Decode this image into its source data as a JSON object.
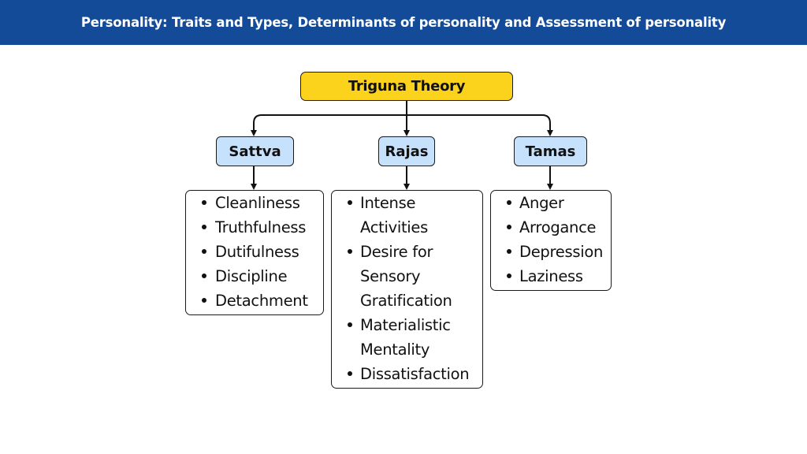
{
  "header": {
    "title": "Personality: Traits and Types, Determinants of personality and Assessment of personality"
  },
  "diagram": {
    "root": "Triguna Theory",
    "gunas": [
      {
        "label": "Sattva",
        "traits": [
          "Cleanliness",
          "Truthfulness",
          "Dutifulness",
          "Discipline",
          "Detachment"
        ]
      },
      {
        "label": "Rajas",
        "traits": [
          "Intense Activities",
          "Desire for Sensory Gratification",
          "Materialistic Mentality",
          "Dissatisfaction"
        ]
      },
      {
        "label": "Tamas",
        "traits": [
          "Anger",
          "Arrogance",
          "Depression",
          "Laziness"
        ]
      }
    ]
  },
  "colors": {
    "header_bg": "#134b98",
    "root_fill": "#fbd21c",
    "guna_fill": "#c5e1fb"
  }
}
